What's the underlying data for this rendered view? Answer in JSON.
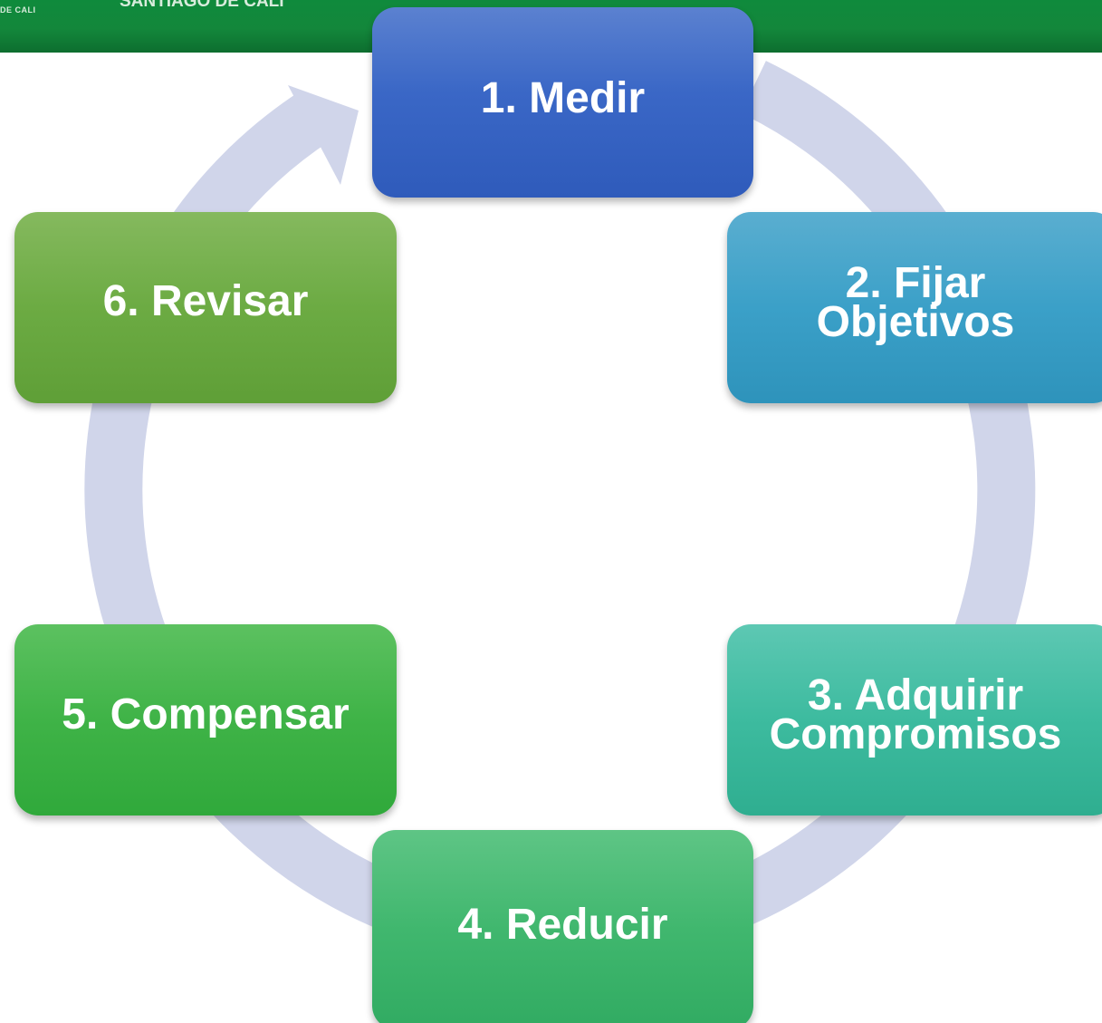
{
  "header": {
    "left_text": "DE CALI",
    "title": "SANTIAGO DE CALI"
  },
  "colors": {
    "header": "#13873b",
    "ring": "#d0d5ea",
    "step1": "#3a67c6",
    "step2": "#3ba0c8",
    "step3": "#3dbb9f",
    "step4": "#40b76e",
    "step5": "#3fb347",
    "step6": "#6cab43"
  },
  "cycle": {
    "steps": [
      {
        "label": "1. Medir"
      },
      {
        "label": "2. Fijar\nObjetivos"
      },
      {
        "label": "3. Adquirir\nCompromisos"
      },
      {
        "label": "4. Reducir"
      },
      {
        "label": "5. Compensar"
      },
      {
        "label": "6. Revisar"
      }
    ]
  }
}
